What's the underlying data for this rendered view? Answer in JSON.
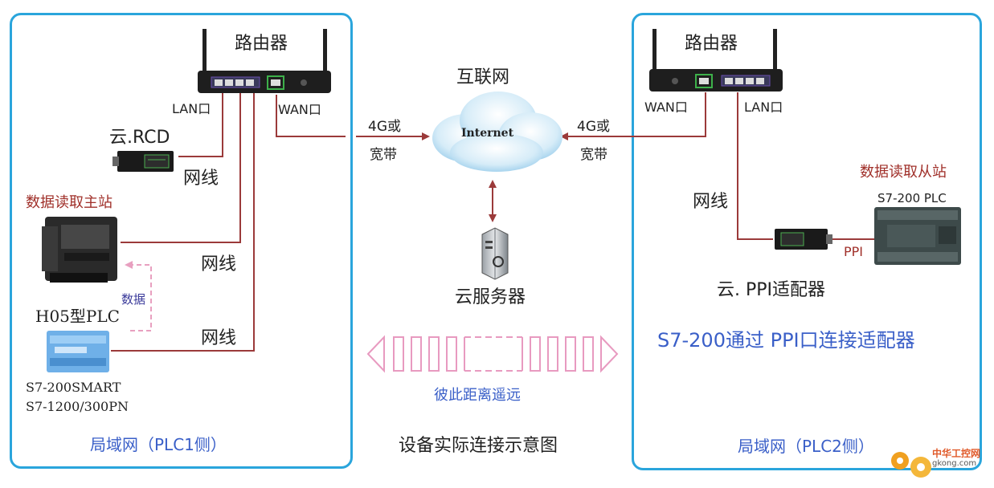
{
  "left": {
    "router_label": "路由器",
    "lan_label": "LAN口",
    "wan_label": "WAN口",
    "rcd_label": "云.RCD",
    "cable1": "网线",
    "cable2": "网线",
    "cable3": "网线",
    "master_label": "数据读取主站",
    "h05_label": "H05型PLC",
    "data_label": "数据",
    "s7_line1": "S7-200SMART",
    "s7_line2": "S7-1200/300PN",
    "lan_name": "局域网（PLC1侧）"
  },
  "center": {
    "internet_label": "互联网",
    "cloud_text": "Internet",
    "link_left_1": "4G或",
    "link_left_2": "宽带",
    "link_right_1": "4G或",
    "link_right_2": "宽带",
    "server_label": "云服务器",
    "distance_label": "彼此距离遥远",
    "caption": "设备实际连接示意图"
  },
  "right": {
    "router_label": "路由器",
    "wan_label": "WAN口",
    "lan_label": "LAN口",
    "cable": "网线",
    "slave_label": "数据读取从站",
    "plc_label": "S7-200 PLC",
    "ppi_link": "PPI",
    "ppi_adapter": "云. PPI适配器",
    "desc": "S7-200通过 PPI口连接适配器",
    "lan_name": "局域网（PLC2侧）"
  },
  "watermark": {
    "text1": "中华工控网",
    "text2": "gkong.com"
  },
  "colors": {
    "panel_border": "#2aa5dc",
    "cable": "#9b3a3a",
    "accent_blue": "#3a5fc8",
    "master_red": "#a0302a",
    "dashed_pink": "#e8a0c0",
    "wan_port": "#3db04a"
  }
}
